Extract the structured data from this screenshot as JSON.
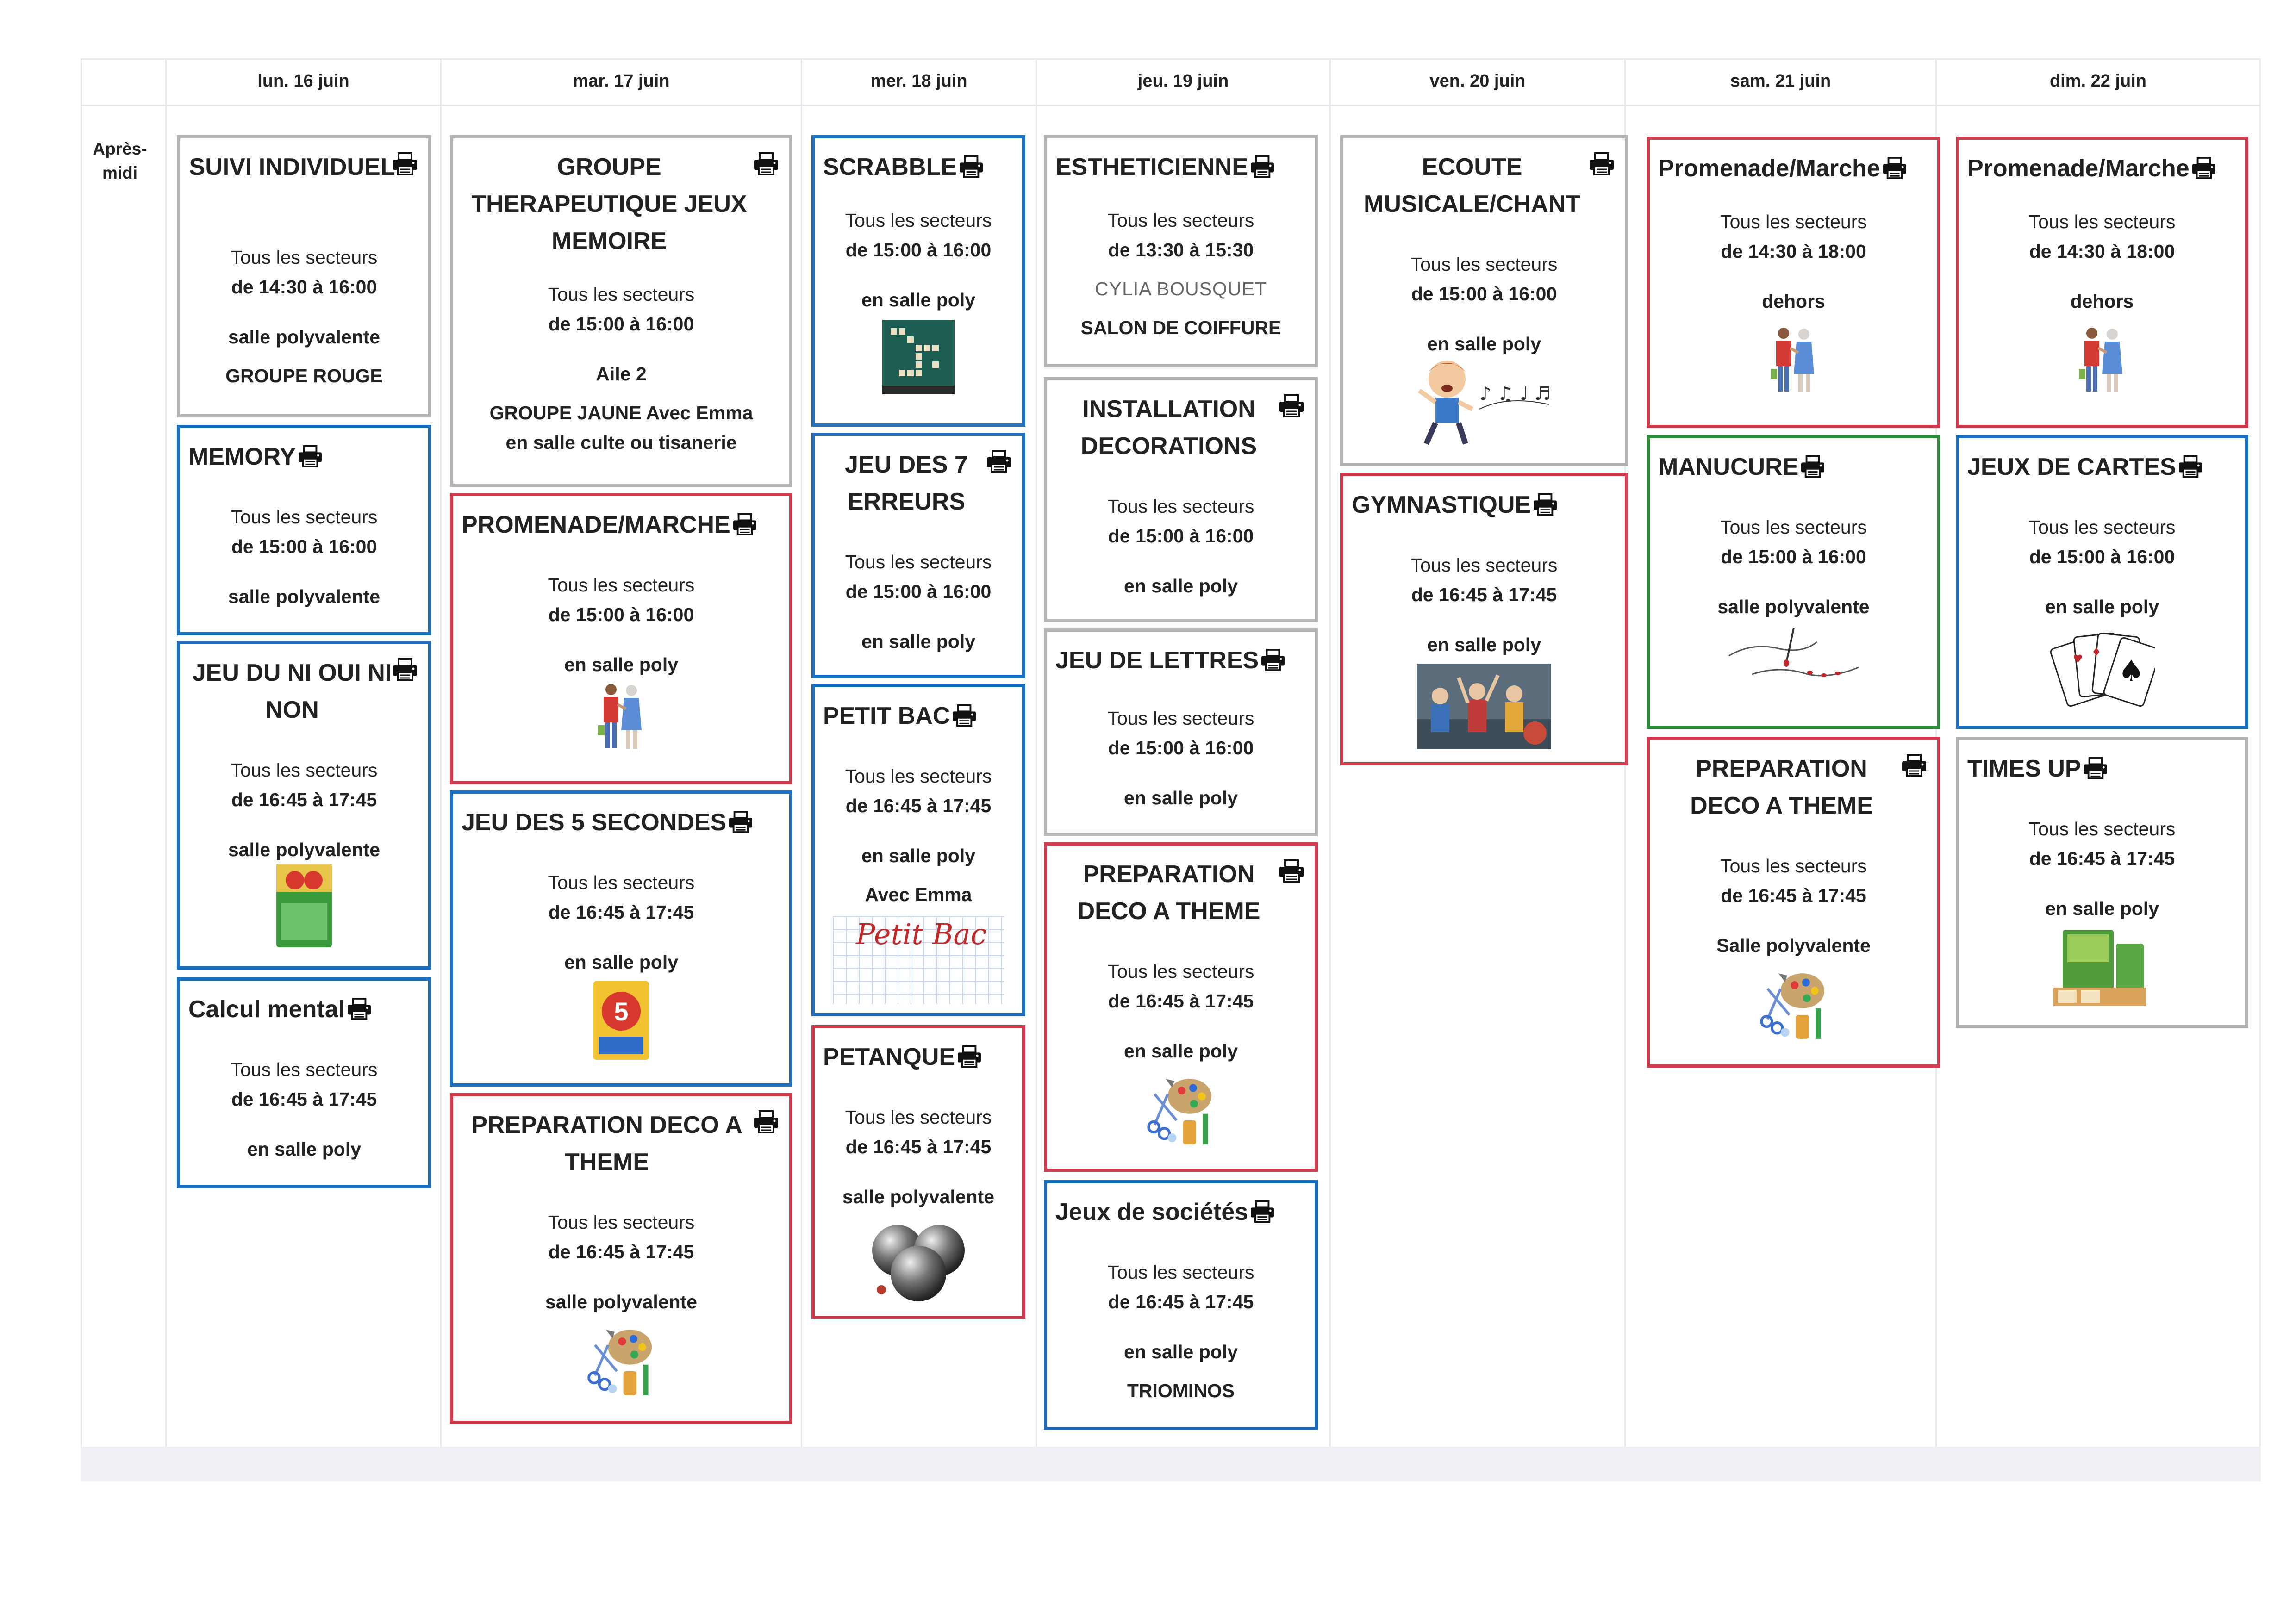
{
  "period_label": "Après-midi",
  "days": [
    "lun. 16 juin",
    "mar. 17 juin",
    "mer. 18 juin",
    "jeu. 19 juin",
    "ven. 20 juin",
    "sam. 21 juin",
    "dim. 22 juin"
  ],
  "icons": {
    "print": "print-icon"
  },
  "colors": {
    "grey": "#b4b4b4",
    "blue": "#1d6fbf",
    "red": "#cf3b4f",
    "green": "#2e8b3a"
  },
  "activities": {
    "mon": [
      {
        "title": "SUIVI INDIVIDUEL",
        "sectors": "Tous les secteurs",
        "time": "de 14:30 à 16:00",
        "location": "salle polyvalente",
        "extra": "GROUPE ROUGE"
      },
      {
        "title": "MEMORY",
        "sectors": "Tous les secteurs",
        "time": "de 15:00 à 16:00",
        "location": "salle polyvalente"
      },
      {
        "title": "JEU DU NI OUI NI NON",
        "sectors": "Tous les secteurs",
        "time": "de 16:45 à 17:45",
        "location": "salle polyvalente",
        "image": "ni-oui-ni-non-game-box"
      },
      {
        "title": "Calcul mental",
        "sectors": "Tous les secteurs",
        "time": "de 16:45 à 17:45",
        "location": "en salle poly"
      }
    ],
    "tue": [
      {
        "title": "GROUPE THERAPEUTIQUE JEUX MEMOIRE",
        "sectors": "Tous les secteurs",
        "time": "de 15:00 à 16:00",
        "location": "Aile 2",
        "extra": "GROUPE JAUNE Avec Emma",
        "extra2": "en salle culte ou tisanerie"
      },
      {
        "title": "PROMENADE/MARCHE",
        "sectors": "Tous les secteurs",
        "time": "de 15:00 à 16:00",
        "location": "en salle poly",
        "image": "walking-couple"
      },
      {
        "title": "JEU DES 5 SECONDES",
        "sectors": "Tous les secteurs",
        "time": "de 16:45 à 17:45",
        "location": "en salle poly",
        "image": "5-secondes-game-box"
      },
      {
        "title": "PREPARATION DECO A THEME",
        "sectors": "Tous les secteurs",
        "time": "de 16:45 à 17:45",
        "location": "salle polyvalente",
        "image": "craft-supplies"
      }
    ],
    "wed": [
      {
        "title": "SCRABBLE",
        "sectors": "Tous les secteurs",
        "time": "de 15:00 à 16:00",
        "location": "en salle poly",
        "image": "scrabble-board"
      },
      {
        "title": "JEU DES 7 ERREURS",
        "sectors": "Tous les secteurs",
        "time": "de 15:00 à 16:00",
        "location": "en salle poly"
      },
      {
        "title": "PETIT BAC",
        "sectors": "Tous les secteurs",
        "time": "de 16:45 à 17:45",
        "location": "en salle poly",
        "extra": "Avec Emma",
        "image": "petit-bac-logo",
        "image_text": "Petit Bac"
      },
      {
        "title": "PETANQUE",
        "sectors": "Tous les secteurs",
        "time": "de 16:45 à 17:45",
        "location": "salle polyvalente",
        "image": "petanque-balls"
      }
    ],
    "thu": [
      {
        "title": "ESTHETICIENNE",
        "sectors": "Tous les secteurs",
        "time": "de 13:30 à 15:30",
        "location": "CYLIA BOUSQUET",
        "extra": "SALON DE COIFFURE"
      },
      {
        "title": "INSTALLATION DECORATIONS",
        "sectors": "Tous les secteurs",
        "time": "de 15:00 à 16:00",
        "location": "en salle poly"
      },
      {
        "title": "JEU DE LETTRES",
        "sectors": "Tous les secteurs",
        "time": "de 15:00 à 16:00",
        "location": "en salle poly"
      },
      {
        "title": "PREPARATION DECO A THEME",
        "sectors": "Tous les secteurs",
        "time": "de 16:45 à 17:45",
        "location": "en salle poly",
        "image": "craft-supplies"
      },
      {
        "title": "Jeux de sociétés",
        "sectors": "Tous les secteurs",
        "time": "de 16:45 à 17:45",
        "location": "en salle poly",
        "extra": "TRIOMINOS"
      }
    ],
    "fri": [
      {
        "title": "ECOUTE MUSICALE/CHANT",
        "sectors": "Tous les secteurs",
        "time": "de 15:00 à 16:00",
        "location": "en salle poly",
        "image": "singing-boy"
      },
      {
        "title": "GYMNASTIQUE",
        "sectors": "Tous les secteurs",
        "time": "de 16:45 à 17:45",
        "location": "en salle poly",
        "image": "gym-class-photo"
      }
    ],
    "sat": [
      {
        "title": "Promenade/Marche",
        "sectors": "Tous les secteurs",
        "time": "de 14:30 à 18:00",
        "location": "dehors",
        "image": "walking-couple"
      },
      {
        "title": "MANUCURE",
        "sectors": "Tous les secteurs",
        "time": "de 15:00 à 16:00",
        "location": "salle polyvalente",
        "image": "manicure-sketch"
      },
      {
        "title": "PREPARATION DECO A THEME",
        "sectors": "Tous les secteurs",
        "time": "de 16:45 à 17:45",
        "location": "Salle polyvalente",
        "image": "craft-supplies"
      }
    ],
    "sun": [
      {
        "title": "Promenade/Marche",
        "sectors": "Tous les secteurs",
        "time": "de 14:30 à 18:00",
        "location": "dehors",
        "image": "walking-couple"
      },
      {
        "title": "JEUX DE CARTES",
        "sectors": "Tous les secteurs",
        "time": "de 15:00 à 16:00",
        "location": "en salle poly",
        "image": "playing-cards"
      },
      {
        "title": "TIMES UP",
        "sectors": "Tous les secteurs",
        "time": "de 16:45 à 17:45",
        "location": "en salle poly",
        "image": "times-up-game"
      }
    ]
  }
}
